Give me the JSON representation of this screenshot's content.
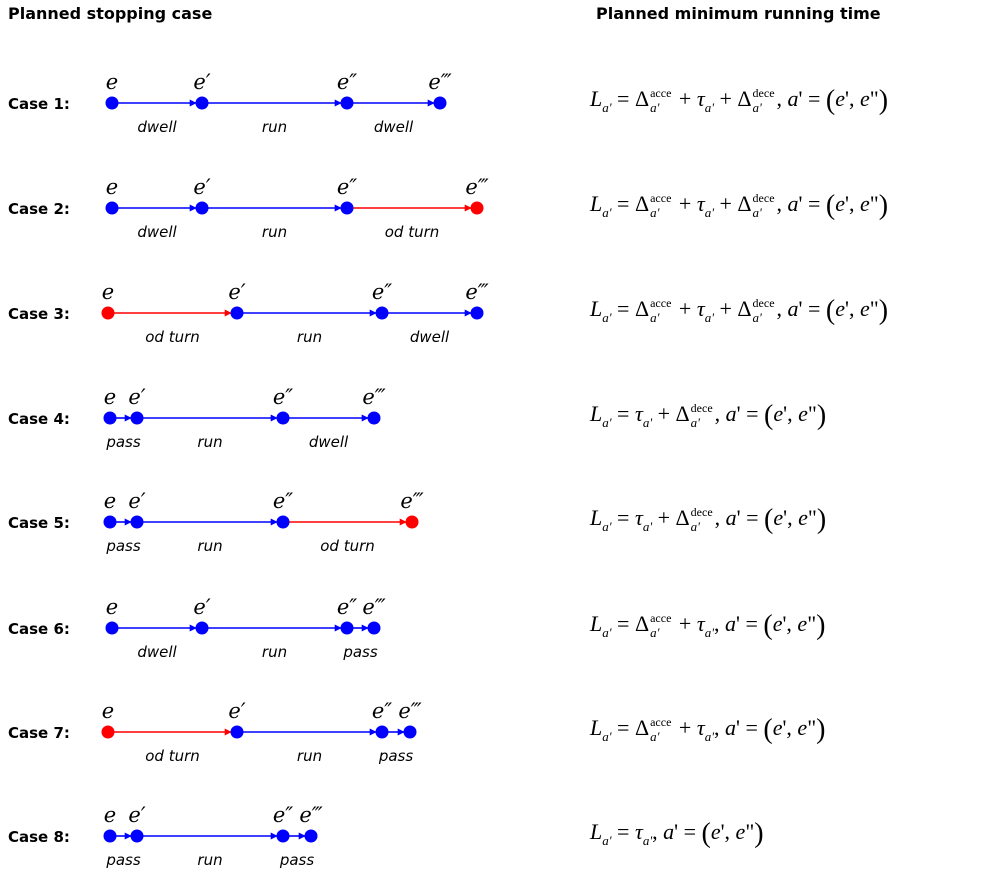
{
  "headers": {
    "left": "Planned stopping case",
    "right": "Planned minimum running time"
  },
  "colors": {
    "blue": "#0000ff",
    "red": "#ff0000"
  },
  "rows": [
    {
      "case": "Case 1:",
      "nodes": [
        {
          "label": "e",
          "color": "blue"
        },
        {
          "label": "e′",
          "color": "blue"
        },
        {
          "label": "e″",
          "color": "blue"
        },
        {
          "label": "e‴",
          "color": "blue"
        }
      ],
      "arcs": [
        {
          "label": "dwell",
          "color": "blue"
        },
        {
          "label": "run",
          "color": "blue"
        },
        {
          "label": "dwell",
          "color": "blue"
        }
      ],
      "formula": "L_{a'} = Δ^{acce}_{a'} + τ_{a'} + Δ^{dece}_{a'}, a' = (e', e\")"
    },
    {
      "case": "Case 2:",
      "nodes": [
        {
          "label": "e",
          "color": "blue"
        },
        {
          "label": "e′",
          "color": "blue"
        },
        {
          "label": "e″",
          "color": "blue"
        },
        {
          "label": "e‴",
          "color": "red"
        }
      ],
      "arcs": [
        {
          "label": "dwell",
          "color": "blue"
        },
        {
          "label": "run",
          "color": "blue"
        },
        {
          "label": "od turn",
          "color": "red"
        }
      ],
      "formula": "L_{a'} = Δ^{acce}_{a'} + τ_{a'} + Δ^{dece}_{a'}, a' = (e', e\")"
    },
    {
      "case": "Case 3:",
      "nodes": [
        {
          "label": "e",
          "color": "red"
        },
        {
          "label": "e′",
          "color": "blue"
        },
        {
          "label": "e″",
          "color": "blue"
        },
        {
          "label": "e‴",
          "color": "blue"
        }
      ],
      "arcs": [
        {
          "label": "od turn",
          "color": "red"
        },
        {
          "label": "run",
          "color": "blue"
        },
        {
          "label": "dwell",
          "color": "blue"
        }
      ],
      "formula": "L_{a'} = Δ^{acce}_{a'} + τ_{a'} + Δ^{dece}_{a'}, a' = (e', e\")"
    },
    {
      "case": "Case 4:",
      "nodes": [
        {
          "label": "e",
          "color": "blue"
        },
        {
          "label": "e′",
          "color": "blue"
        },
        {
          "label": "e″",
          "color": "blue"
        },
        {
          "label": "e‴",
          "color": "blue"
        }
      ],
      "arcs": [
        {
          "label": "pass",
          "color": "blue"
        },
        {
          "label": "run",
          "color": "blue"
        },
        {
          "label": "dwell",
          "color": "blue"
        }
      ],
      "formula": "L_{a'} = τ_{a'} + Δ^{dece}_{a'}, a' = (e', e\")"
    },
    {
      "case": "Case 5:",
      "nodes": [
        {
          "label": "e",
          "color": "blue"
        },
        {
          "label": "e′",
          "color": "blue"
        },
        {
          "label": "e″",
          "color": "blue"
        },
        {
          "label": "e‴",
          "color": "red"
        }
      ],
      "arcs": [
        {
          "label": "pass",
          "color": "blue"
        },
        {
          "label": "run",
          "color": "blue"
        },
        {
          "label": "od turn",
          "color": "red"
        }
      ],
      "formula": "L_{a'} = τ_{a'} + Δ^{dece}_{a'}, a' = (e', e\")"
    },
    {
      "case": "Case 6:",
      "nodes": [
        {
          "label": "e",
          "color": "blue"
        },
        {
          "label": "e′",
          "color": "blue"
        },
        {
          "label": "e″",
          "color": "blue"
        },
        {
          "label": "e‴",
          "color": "blue"
        }
      ],
      "arcs": [
        {
          "label": "dwell",
          "color": "blue"
        },
        {
          "label": "run",
          "color": "blue"
        },
        {
          "label": "pass",
          "color": "blue"
        }
      ],
      "formula": "L_{a'} = Δ^{acce}_{a'} + τ_{a'}, a' = (e', e\")"
    },
    {
      "case": "Case 7:",
      "nodes": [
        {
          "label": "e",
          "color": "red"
        },
        {
          "label": "e′",
          "color": "blue"
        },
        {
          "label": "e″",
          "color": "blue"
        },
        {
          "label": "e‴",
          "color": "blue"
        }
      ],
      "arcs": [
        {
          "label": "od turn",
          "color": "red"
        },
        {
          "label": "run",
          "color": "blue"
        },
        {
          "label": "pass",
          "color": "blue"
        }
      ],
      "formula": "L_{a'} = Δ^{acce}_{a'} + τ_{a'}, a' = (e', e\")"
    },
    {
      "case": "Case 8:",
      "nodes": [
        {
          "label": "e",
          "color": "blue"
        },
        {
          "label": "e′",
          "color": "blue"
        },
        {
          "label": "e″",
          "color": "blue"
        },
        {
          "label": "e‴",
          "color": "blue"
        }
      ],
      "arcs": [
        {
          "label": "pass",
          "color": "blue"
        },
        {
          "label": "run",
          "color": "blue"
        },
        {
          "label": "pass",
          "color": "blue"
        }
      ],
      "formula": "L_{a'} = τ_{a'}, a' = (e', e\")"
    }
  ]
}
